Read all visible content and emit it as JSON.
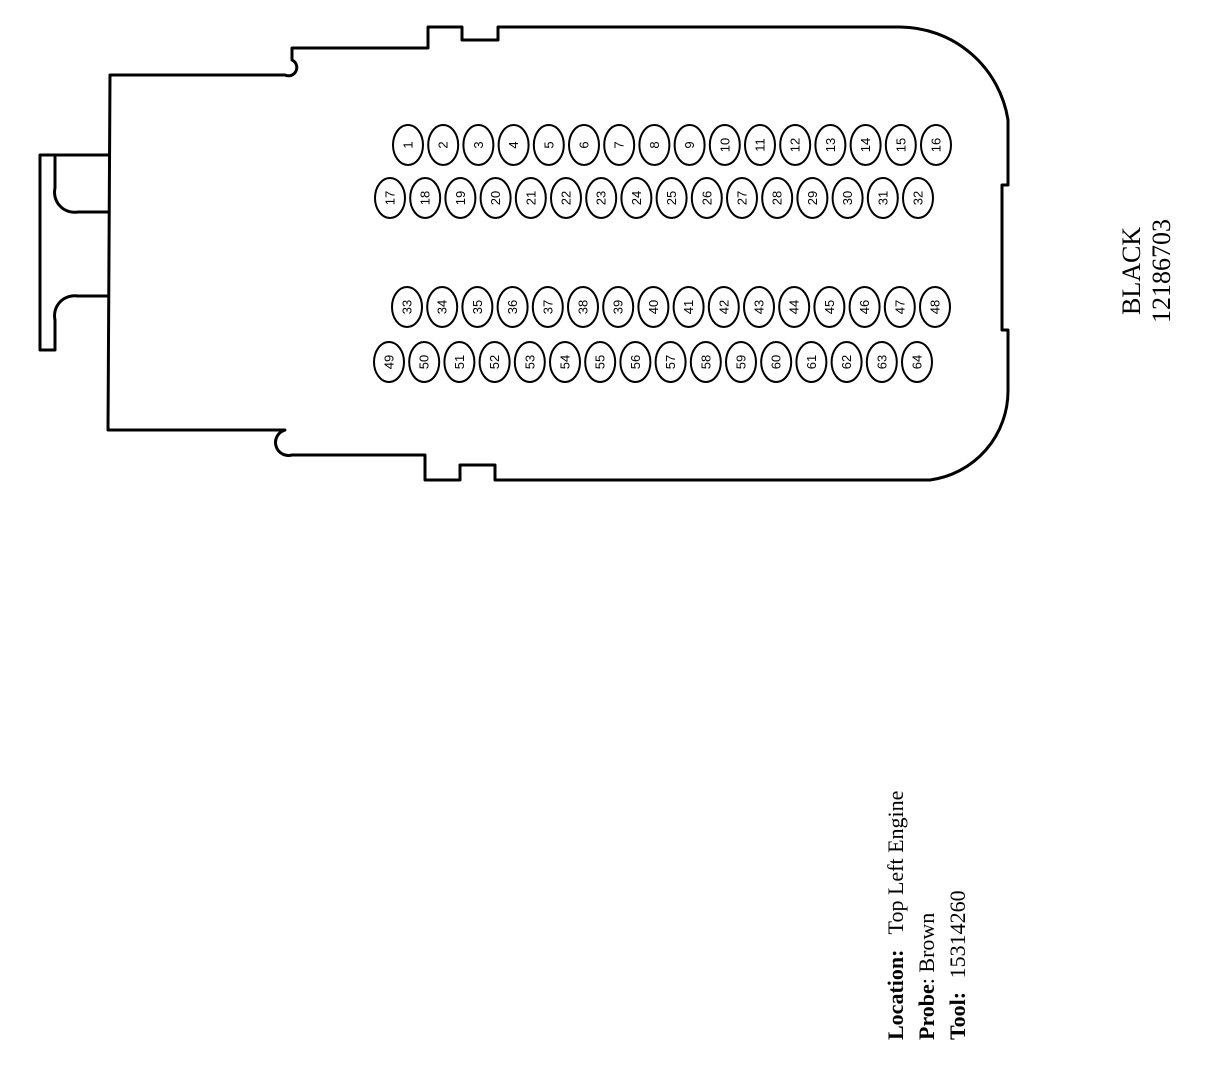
{
  "connector": {
    "color": "BLACK",
    "part_number": "12186703"
  },
  "pins": {
    "row1": [
      "1",
      "2",
      "3",
      "4",
      "5",
      "6",
      "7",
      "8",
      "9",
      "10",
      "11",
      "12",
      "13",
      "14",
      "15",
      "16"
    ],
    "row2": [
      "17",
      "18",
      "19",
      "20",
      "21",
      "22",
      "23",
      "24",
      "25",
      "26",
      "27",
      "28",
      "29",
      "30",
      "31",
      "32"
    ],
    "row3": [
      "33",
      "34",
      "35",
      "36",
      "37",
      "38",
      "39",
      "40",
      "41",
      "42",
      "43",
      "44",
      "45",
      "46",
      "47",
      "48"
    ],
    "row4": [
      "49",
      "50",
      "51",
      "52",
      "53",
      "54",
      "55",
      "56",
      "57",
      "58",
      "59",
      "60",
      "61",
      "62",
      "63",
      "64"
    ]
  },
  "info": {
    "location_label": "Location:",
    "location_value": "Top Left Engine",
    "probe_label": "Probe",
    "probe_value": ": Brown",
    "tool_label": "Tool:",
    "tool_value": "15314260"
  }
}
